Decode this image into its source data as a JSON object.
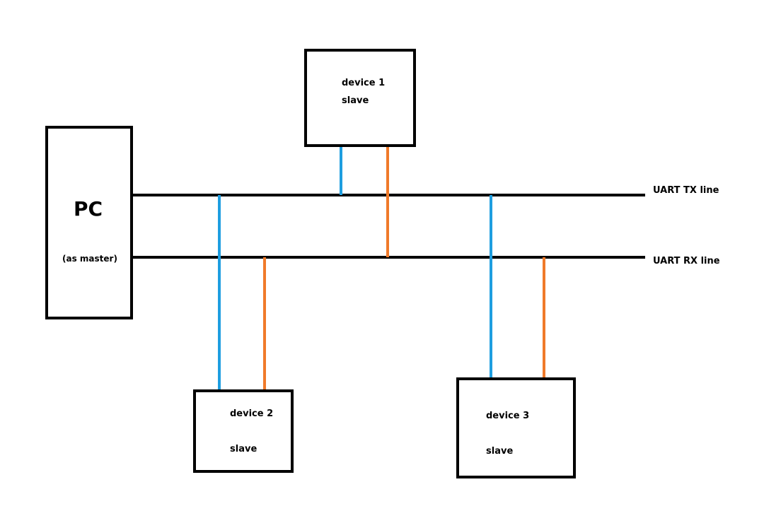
{
  "pc": {
    "title": "PC",
    "subtitle": "(as master)"
  },
  "devices": [
    {
      "name": "device 1",
      "role": "slave"
    },
    {
      "name": "device 2",
      "role": "slave"
    },
    {
      "name": "device 3",
      "role": "slave"
    }
  ],
  "lines": {
    "tx_label": "UART TX line",
    "rx_label": "UART RX line"
  },
  "colors": {
    "outline": "#000000",
    "tx_wire": "#1e9ee0",
    "rx_wire": "#f07a2a"
  }
}
